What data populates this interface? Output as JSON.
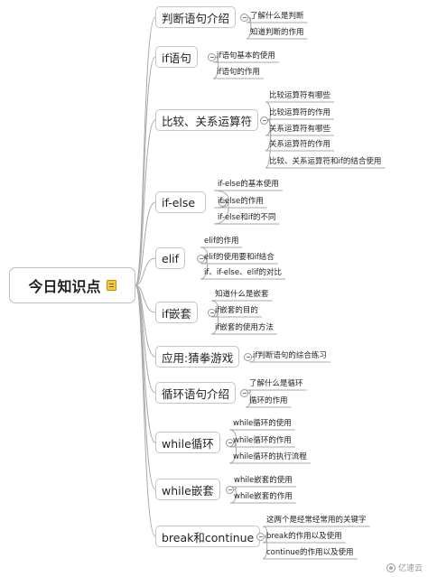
{
  "root": {
    "label": "今日知识点",
    "icon": "note-icon"
  },
  "branches": [
    {
      "label": "判断语句介绍",
      "children": [
        "了解什么是判断",
        "知道判断的作用"
      ]
    },
    {
      "label": "if语句",
      "children": [
        "if语句基本的使用",
        "if语句的作用"
      ]
    },
    {
      "label": "比较、关系运算符",
      "children": [
        "比较运算符有哪些",
        "比较运算符的作用",
        "关系运算符有哪些",
        "关系运算符的作用",
        "比较、关系运算符和if的结合使用"
      ]
    },
    {
      "label": "if-else",
      "children": [
        "if-else的基本使用",
        "if-else的作用",
        "if-else和if的不同"
      ]
    },
    {
      "label": "elif",
      "children": [
        "elif的作用",
        "elif的使用要和if结合",
        "if、if-else、elif的对比"
      ]
    },
    {
      "label": "if嵌套",
      "children": [
        "知道什么是嵌套",
        "if嵌套的目的",
        "if嵌套的使用方法"
      ]
    },
    {
      "label": "应用:猜拳游戏",
      "children": [
        "if判断语句的综合练习"
      ]
    },
    {
      "label": "循环语句介绍",
      "children": [
        "了解什么是循环",
        "循环的作用"
      ]
    },
    {
      "label": "while循环",
      "children": [
        "while循环的使用",
        "while循环的作用",
        "while循环的执行流程"
      ]
    },
    {
      "label": "while嵌套",
      "children": [
        "while嵌套的使用",
        "while嵌套的作用"
      ]
    },
    {
      "label": "break和continue",
      "children": [
        "这两个是经常经常用的关键字",
        "break的作用以及使用",
        "continue的作用以及使用"
      ]
    }
  ],
  "watermark": {
    "label": "亿速云",
    "icon": "yisu-logo-icon"
  },
  "colors": {
    "line": "#a8a8a8",
    "border": "#c5c5c5"
  }
}
